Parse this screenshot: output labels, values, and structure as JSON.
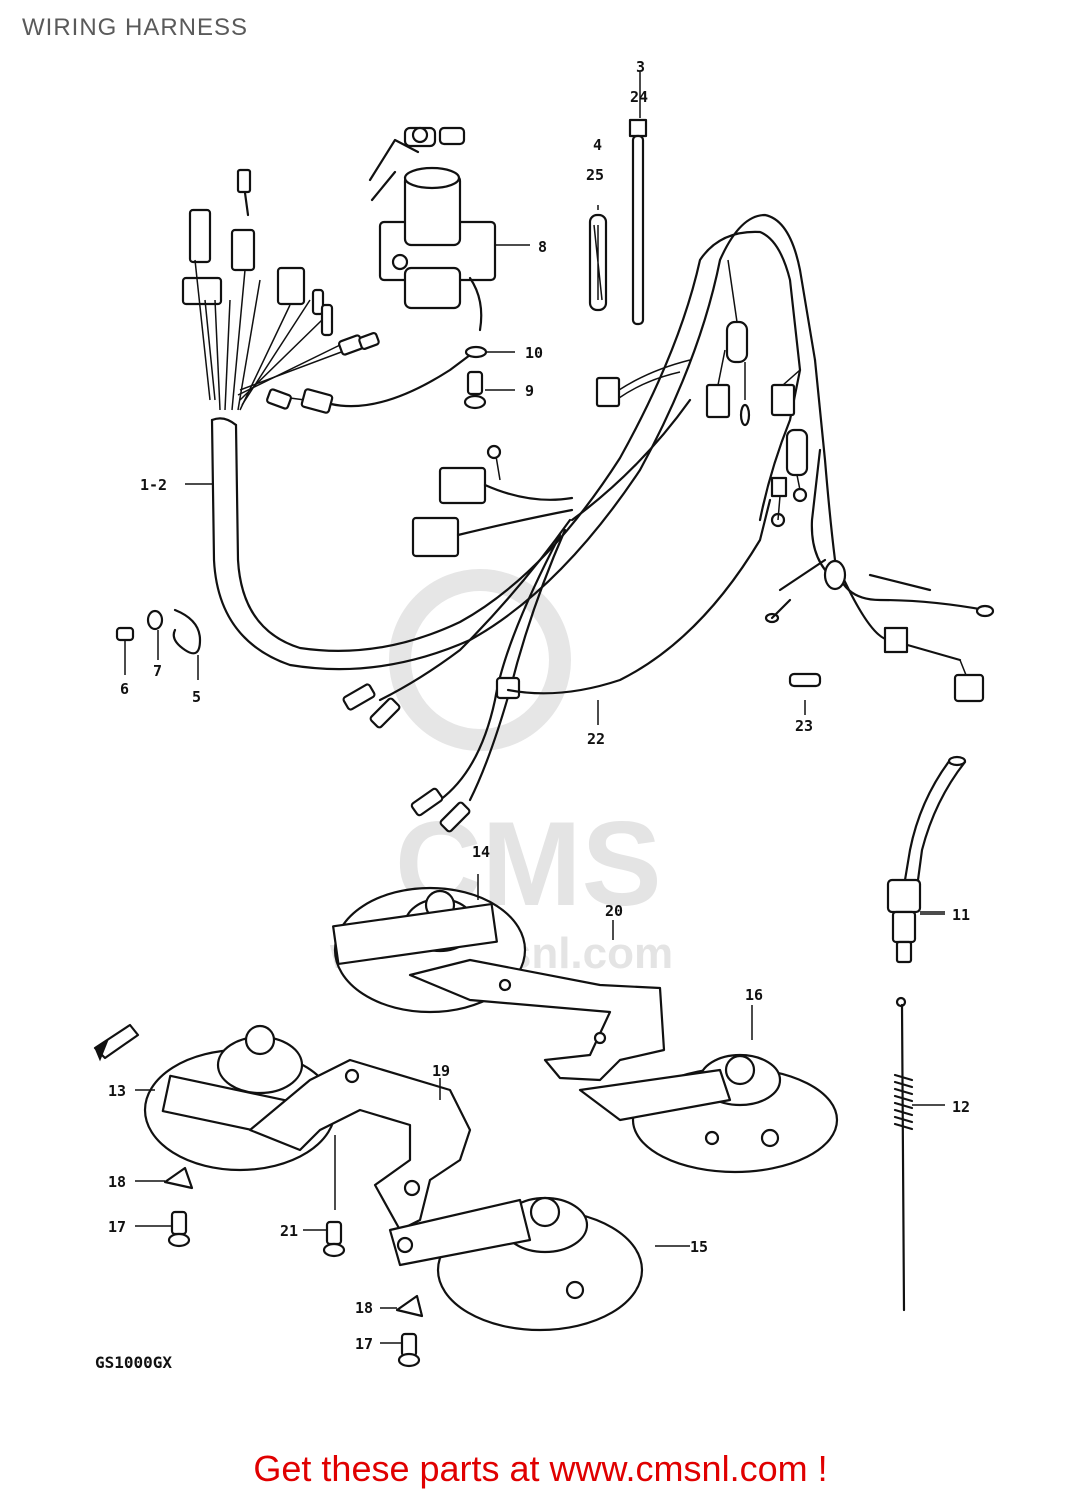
{
  "header": {
    "title": "WIRING HARNESS"
  },
  "watermark": {
    "brand": "CMS",
    "url": "www.cmsnl.com"
  },
  "callouts": {
    "c1_2": "1-2",
    "c3": "3",
    "c24": "24",
    "c4": "4",
    "c25": "25",
    "c5": "5",
    "c6": "6",
    "c7": "7",
    "c8": "8",
    "c9": "9",
    "c10": "10",
    "c11": "11",
    "c12": "12",
    "c13": "13",
    "c14": "14",
    "c15": "15",
    "c16": "16",
    "c17a": "17",
    "c17b": "17",
    "c18a": "18",
    "c18b": "18",
    "c19": "19",
    "c20": "20",
    "c21": "21",
    "c22": "22",
    "c23": "23"
  },
  "model_label": "GS1000GX",
  "footer": {
    "link_text": "Get these parts at www.cmsnl.com !"
  },
  "colors": {
    "footer_link": "#e00000",
    "line_art": "#111111",
    "watermark": "#e4e4e4"
  }
}
